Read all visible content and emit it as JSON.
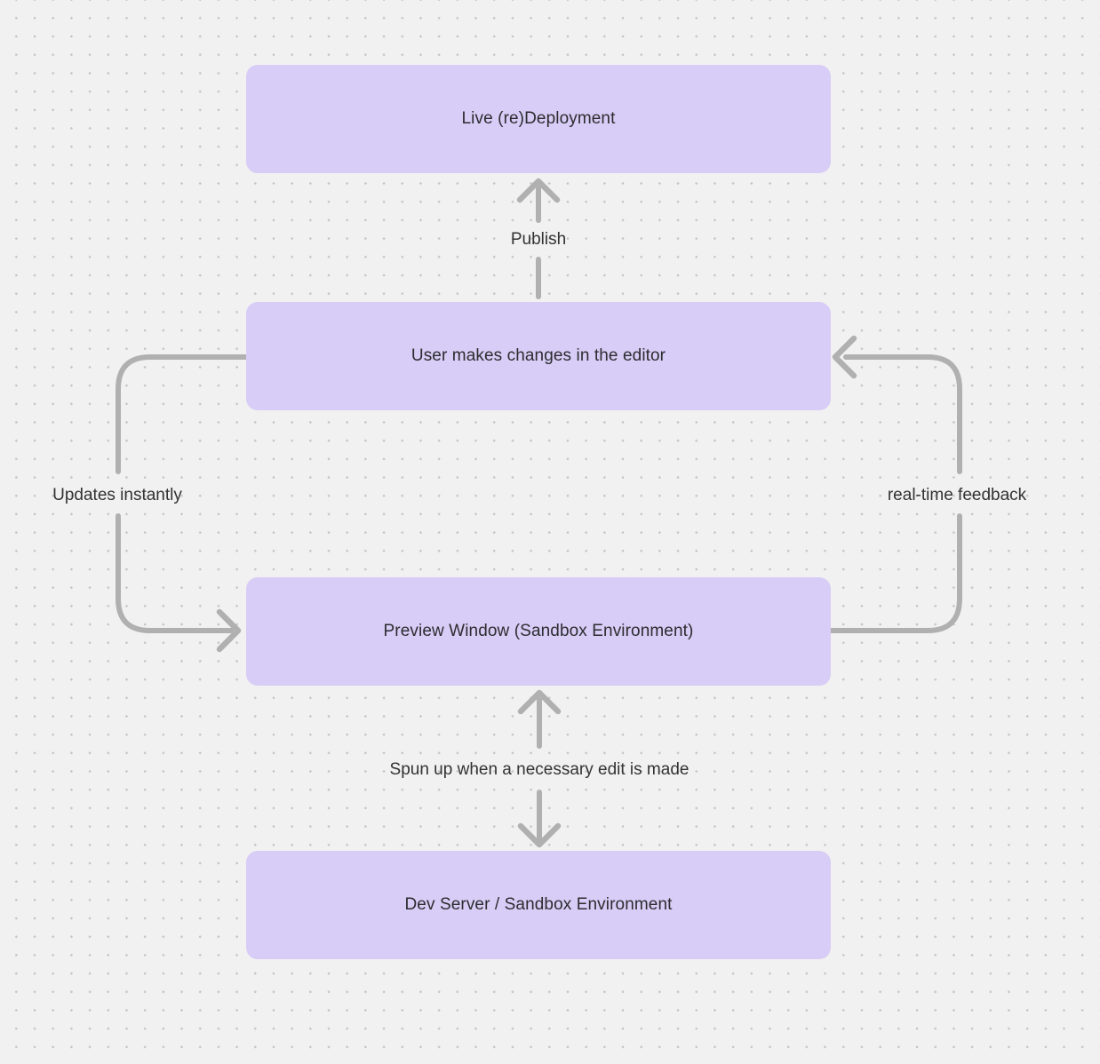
{
  "diagram": {
    "nodes": [
      {
        "id": "live-redeployment",
        "label": "Live (re)Deployment"
      },
      {
        "id": "user-edits",
        "label": "User makes changes in the editor"
      },
      {
        "id": "preview-window",
        "label": "Preview Window (Sandbox Environment)"
      },
      {
        "id": "dev-server",
        "label": "Dev Server / Sandbox Environment"
      }
    ],
    "edge_labels": {
      "publish": "Publish",
      "updates_instantly": "Updates instantly",
      "realtime_feedback": "real-time feedback",
      "spun_up": "Spun up when a necessary edit is made"
    },
    "colors": {
      "background": "#f2f1f1",
      "dot": "#c6c5c5",
      "node_fill": "#d8cdf6",
      "arrow": "#b1b0b0",
      "node_text": "#2c2c30",
      "label_text": "#333333"
    }
  }
}
